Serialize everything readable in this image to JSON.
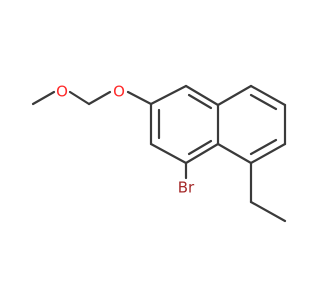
{
  "molecule": {
    "atoms": {
      "bromine": {
        "label": "Br",
        "color": "#a52a2a"
      },
      "ring_oxygen": {
        "label": "O",
        "color": "#ff2a2a"
      },
      "methoxy_oxygen": {
        "label": "O",
        "color": "#ff2a2a"
      }
    },
    "bond_color": "#3a3a3a"
  }
}
